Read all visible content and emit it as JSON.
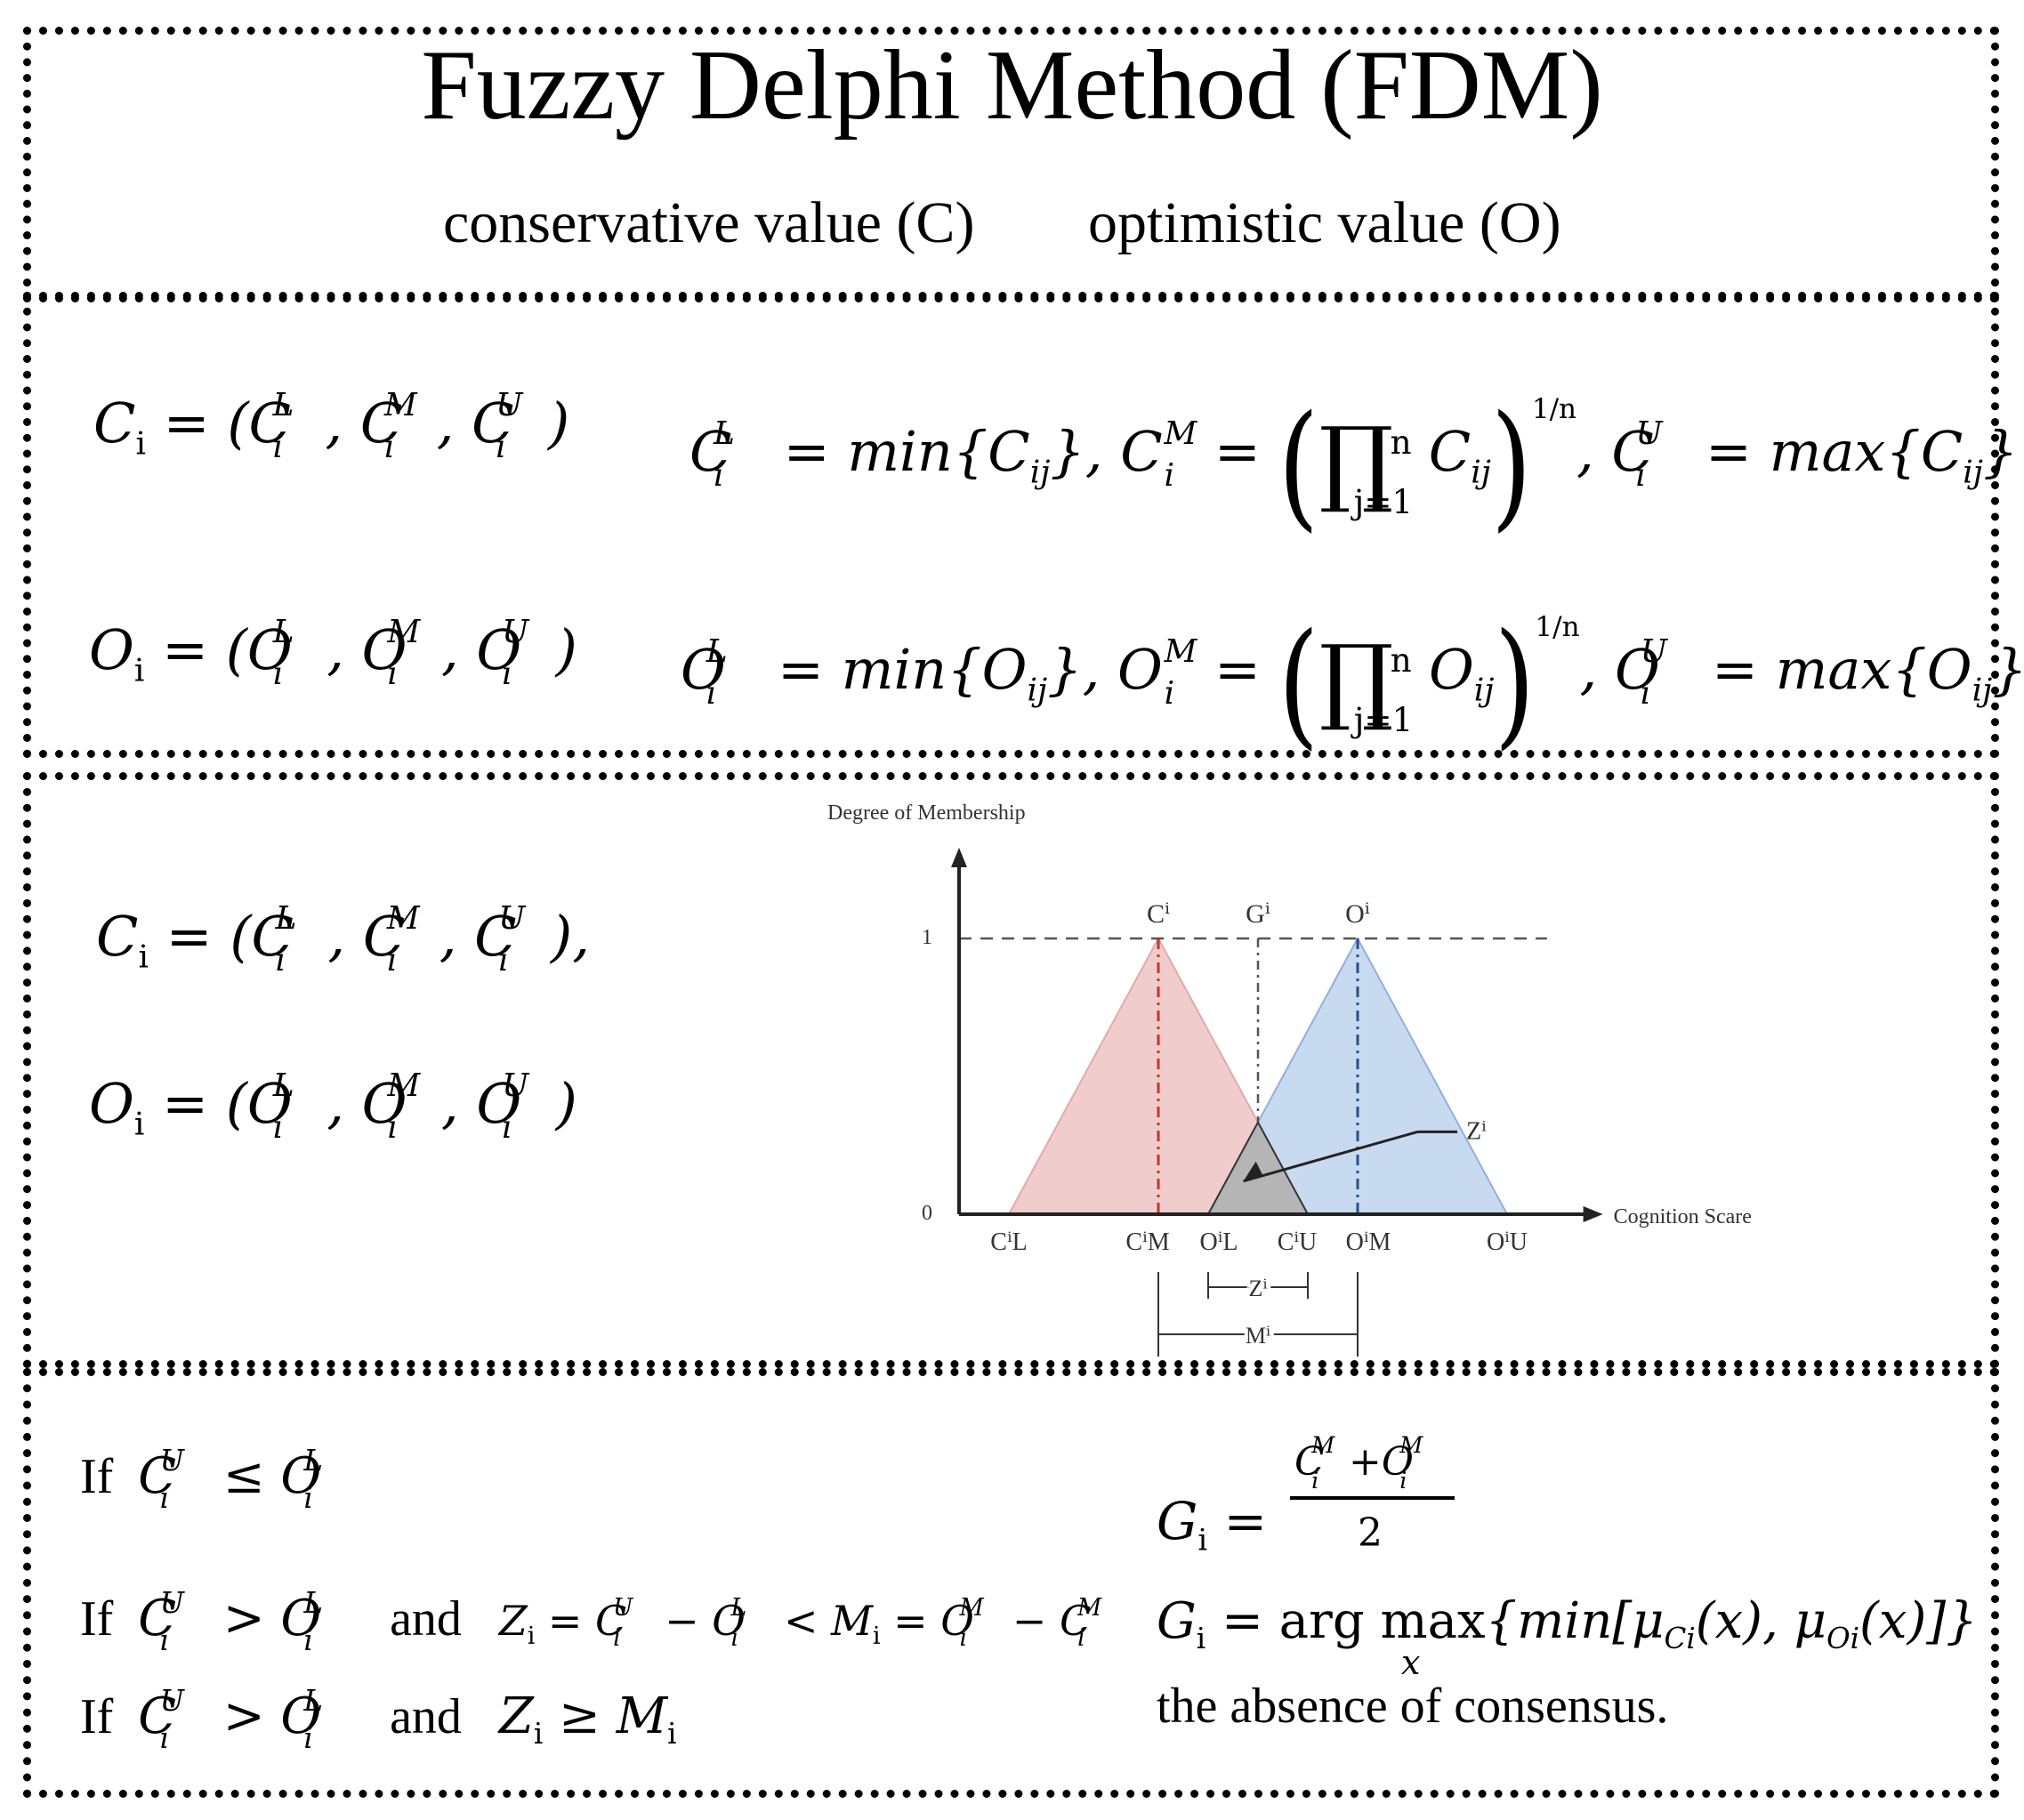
{
  "header": {
    "title": "Fuzzy Delphi Method (FDM)",
    "conservative": "conservative value (C)",
    "optimistic": "optimistic value (O)"
  },
  "formulas": {
    "ci_lhs": "C",
    "ci_eq": "= (",
    "ci_close": ")",
    "oi_lhs": "O",
    "oi_close": ")",
    "cl_min": "= min{C",
    "ij": "ij",
    "cm_eq": "}, C",
    "cu_max": "= max{C",
    "ol_min": "= min{O",
    "om_eq": "}, O",
    "ou_max": "= max{O",
    "prod_top": "n",
    "prod_bot": "j=1",
    "prod_c": "C",
    "prod_o": "O",
    "exp": "1/n",
    "i": "i",
    "L": "L",
    "M": "M",
    "U": "U"
  },
  "chart_data": {
    "type": "diagram",
    "ylabel": "Degree of Membership",
    "xlabel": "Cognition Scare",
    "y_ticks": [
      "0",
      "1"
    ],
    "top_labels": [
      "Cⁱ",
      "Gⁱ",
      "Oⁱ"
    ],
    "x_tick_labels": [
      "CⁱL",
      "CⁱM",
      "OⁱL",
      "CⁱU",
      "OⁱM",
      "OⁱU"
    ],
    "x_positions": {
      "CL": 1.0,
      "CM": 4.0,
      "OL": 5.0,
      "CU": 7.0,
      "OM": 8.0,
      "OU": 11.0
    },
    "G": 6.0,
    "zone_label": "Zⁱ",
    "z_dim": "Zⁱ",
    "m_dim": "Mⁱ",
    "colors": {
      "conservative": "#f1cccc",
      "optimistic": "#c5d8ef",
      "overlap": "#b5b5b5",
      "red_line": "#c0392b",
      "blue_line": "#2a4f8a"
    }
  },
  "conditions": {
    "if": "If",
    "and": "and",
    "leq": "≤",
    "gt": ">",
    "z_eq": "Z",
    "minus": "−",
    "lt": "<",
    "geq": "≥",
    "g_lhs": "G",
    "g_eq": "=",
    "g_argmax": "= arg max",
    "g_x": "x",
    "g_body": "{min[μ",
    "g_mid": "(x), μ",
    "g_end": "(x)]}",
    "absence": "the absence of consensus.",
    "two": "2",
    "plus": "+"
  }
}
